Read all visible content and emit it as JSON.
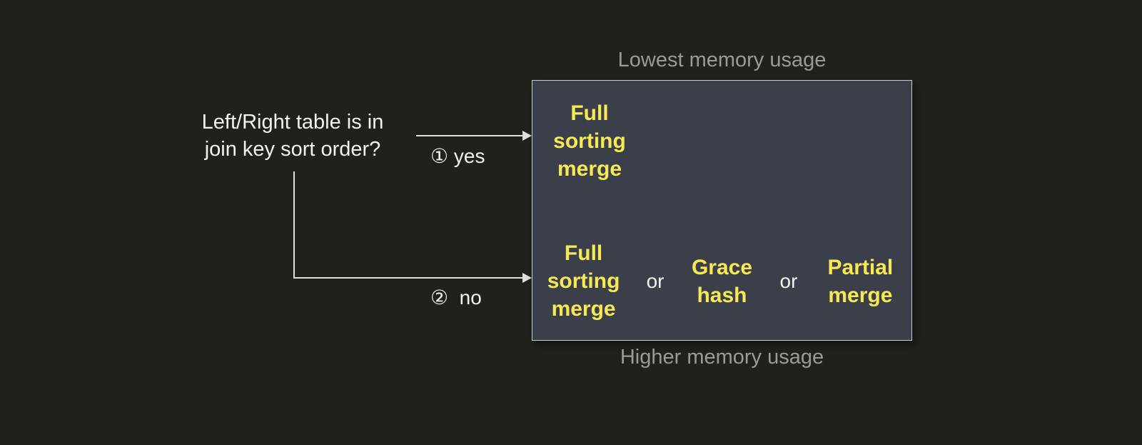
{
  "question": {
    "line1": "Left/Right table is in",
    "line2": "join key sort order?"
  },
  "branches": {
    "yes_label": "① yes",
    "no_label": "②  no"
  },
  "memory_labels": {
    "top": "Lowest memory usage",
    "bottom": "Higher memory usage"
  },
  "box": {
    "sorted_option": "Full sorting merge",
    "unsorted_options": [
      "Full sorting merge",
      "Grace hash",
      "Partial merge"
    ],
    "or_label": "or"
  },
  "colors": {
    "background": "#20211b",
    "box_fill": "#3a3f4a",
    "box_border": "#c9ccd1",
    "option_yellow": "#f7e954",
    "text_white": "#f2f2ee",
    "caption_gray": "#9a9b93",
    "line_gray": "#dfe0dc"
  }
}
